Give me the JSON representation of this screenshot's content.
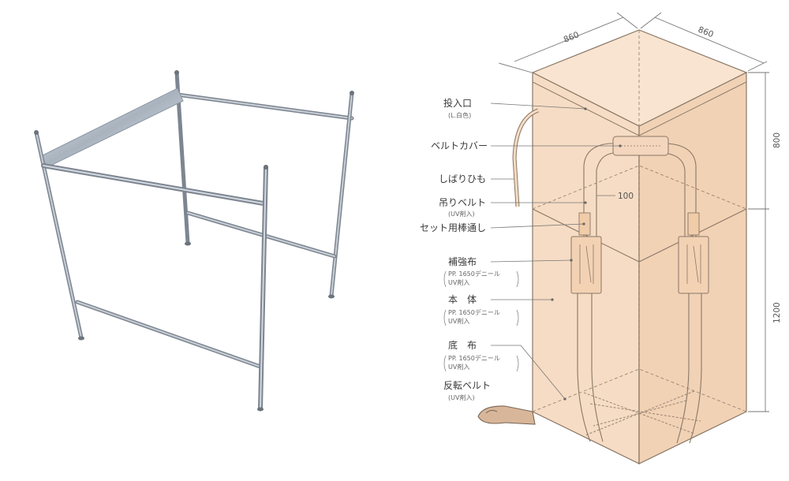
{
  "labels": {
    "inlet": "投入口",
    "inlet_sub": "(L.白色)",
    "belt_cover": "ベルトカバー",
    "tie": "しばりひも",
    "lift_belt": "吊りベルト",
    "lift_belt_sub": "(UV剤入)",
    "set_rod": "セット用棒通し",
    "reinforce": "補強布",
    "reinforce_sub1": "PP. 1650デニール",
    "reinforce_sub2": "UV剤入",
    "body": "本　体",
    "body_sub1": "PP. 1650デニール",
    "body_sub2": "UV剤入",
    "bottom": "底　布",
    "bottom_sub1": "PP. 1650デニール",
    "bottom_sub2": "UV剤入",
    "flip_belt": "反転ベルト",
    "flip_belt_sub": "(UV剤入)"
  },
  "dimensions": {
    "width_left": "860",
    "width_right": "860",
    "height_top": "800",
    "height_bottom": "1200",
    "belt_width": "100"
  },
  "colors": {
    "bag_fill": "#f6dcc4",
    "bag_side": "#f1d2b5",
    "bag_stroke": "#8a7766",
    "frame": "#7d8590",
    "frame_highlight": "#c8ced6",
    "leader": "#777777"
  }
}
